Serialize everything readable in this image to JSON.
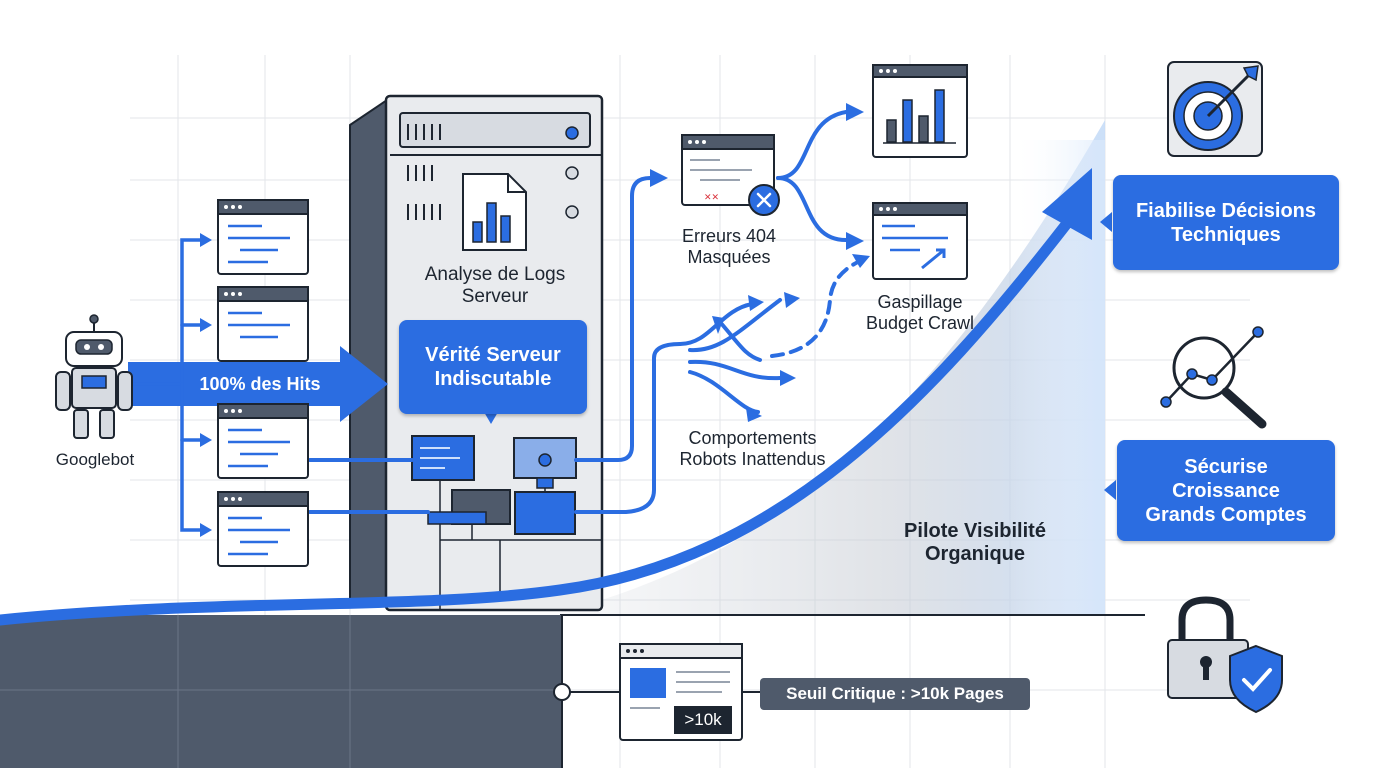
{
  "labels": {
    "googlebot": "Googlebot",
    "hits": "100% des Hits",
    "server_title_line1": "Analyse de Logs",
    "server_title_line2": "Serveur",
    "truth_line1": "Vérité Serveur",
    "truth_line2": "Indiscutable",
    "errors_line1": "Erreurs 404",
    "errors_line2": "Masquées",
    "waste_line1": "Gaspillage",
    "waste_line2": "Budget Crawl",
    "behaviors_line1": "Comportements",
    "behaviors_line2": "Robots Inattendus",
    "visibility_line1": "Pilote Visibilité",
    "visibility_line2": "Organique",
    "decisions_line1": "Fiabilise Décisions",
    "decisions_line2": "Techniques",
    "growth_line1": "Sécurise",
    "growth_line2": "Croissance",
    "growth_line3": "Grands Comptes",
    "threshold": "Seuil Critique : >10k Pages",
    "threshold_badge": ">10k"
  },
  "icons": [
    "robot-icon",
    "log-window-icon",
    "server-rack-icon",
    "document-chart-icon",
    "error-window-icon",
    "close-icon",
    "bar-chart-window-icon",
    "code-window-icon",
    "target-icon",
    "magnifier-chart-icon",
    "lock-icon",
    "shield-check-icon",
    "webpage-icon"
  ],
  "colors": {
    "accent_blue": "#2b6de1",
    "dark_navy": "#1d2530",
    "slate": "#4f5a6b",
    "light_gray": "#e6e8ec",
    "pale_blue": "#dde9fb"
  }
}
